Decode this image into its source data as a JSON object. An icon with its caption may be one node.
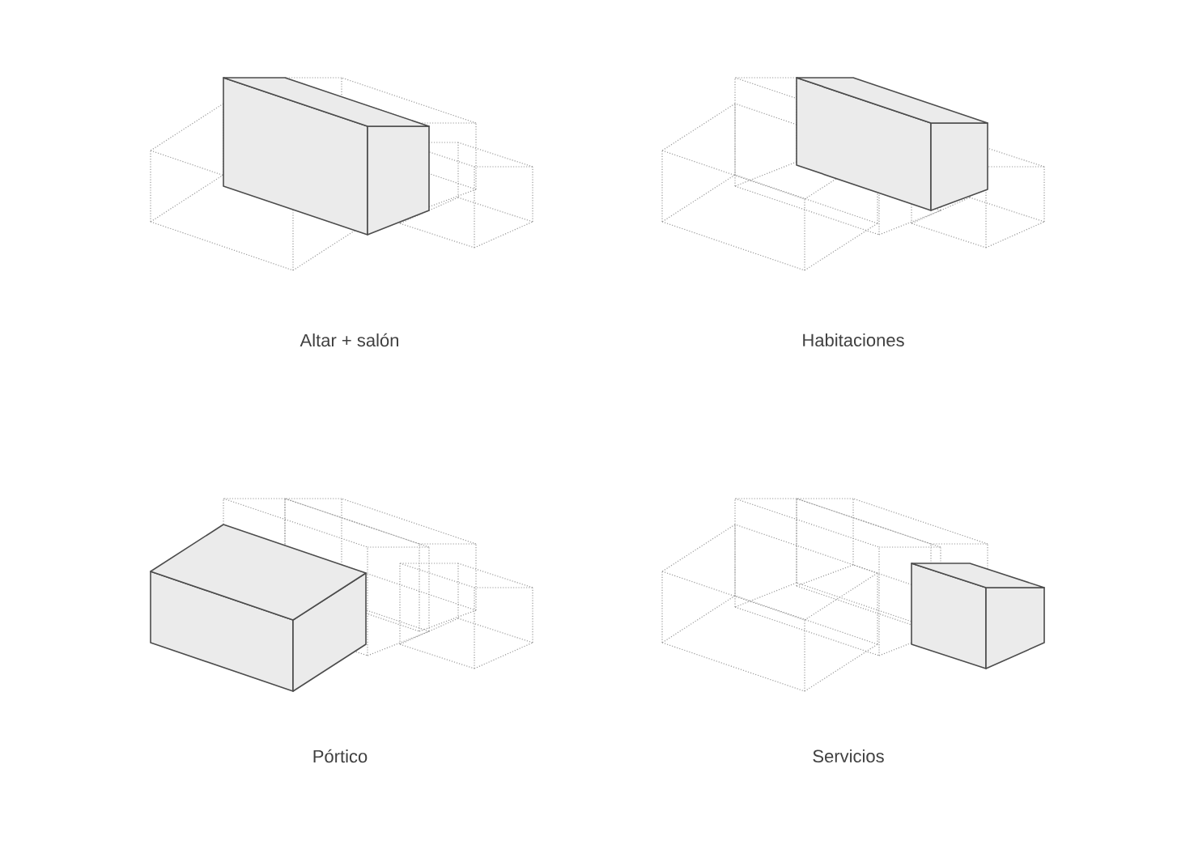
{
  "diagram": {
    "labels": [
      "Altar + salón",
      "Habitaciones",
      "Pórtico",
      "Servicios"
    ]
  }
}
